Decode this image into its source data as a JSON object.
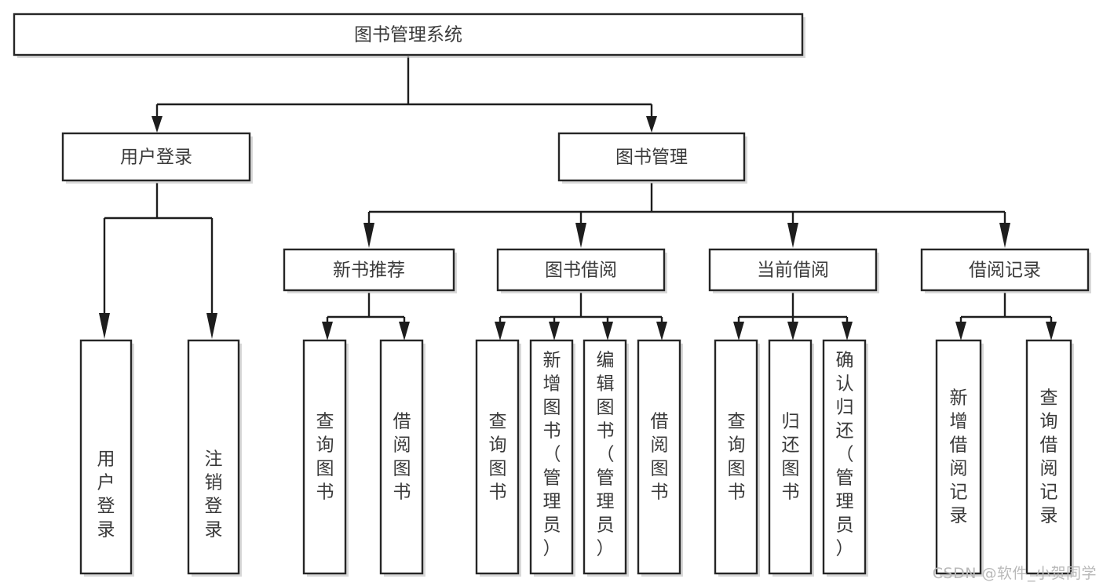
{
  "diagram": {
    "title_node": {
      "label": "图书管理系统"
    },
    "level2": [
      {
        "label": "用户登录"
      },
      {
        "label": "图书管理"
      }
    ],
    "level3": [
      {
        "label": "新书推荐"
      },
      {
        "label": "图书借阅"
      },
      {
        "label": "当前借阅"
      },
      {
        "label": "借阅记录"
      }
    ],
    "leaves": {
      "user_login": [
        {
          "label": "用户登录"
        },
        {
          "label": "注销登录"
        }
      ],
      "new_book": [
        {
          "label": "查询图书"
        },
        {
          "label": "借阅图书"
        }
      ],
      "borrow_book": [
        {
          "label": "查询图书"
        },
        {
          "label": "新增图书（管理员）"
        },
        {
          "label": "编辑图书（管理员）"
        },
        {
          "label": "借阅图书"
        }
      ],
      "current_borrow": [
        {
          "label": "查询图书"
        },
        {
          "label": "归还图书"
        },
        {
          "label": "确认归还（管理员）"
        }
      ],
      "borrow_record": [
        {
          "label": "新增借阅记录"
        },
        {
          "label": "查询借阅记录"
        }
      ]
    }
  },
  "watermark": {
    "text": "CSDN @软件_小贺同学"
  },
  "colors": {
    "box_border": "#262626",
    "box_fill": "#ffffff",
    "text": "#3a3a3a",
    "edge": "#1d1d1d",
    "watermark": "#b9b9b9"
  }
}
